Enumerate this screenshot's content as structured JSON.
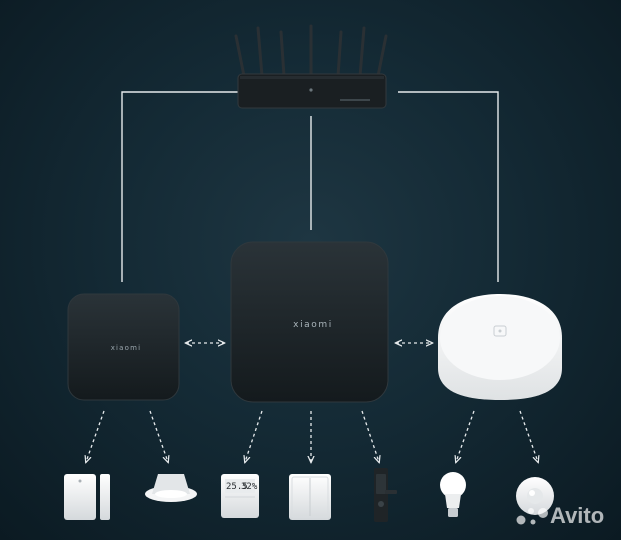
{
  "hubs": {
    "left_label": "xiaomi",
    "center_label": "xiaomi"
  },
  "devices": {
    "thermometer_left_value": "25.5",
    "thermometer_right_value": "32%"
  },
  "watermark": "Avito",
  "colors": {
    "background": "#132a35",
    "line": "#e6eaec",
    "hub_dark": "#1c2327",
    "hub_white": "#f2f3f4"
  }
}
